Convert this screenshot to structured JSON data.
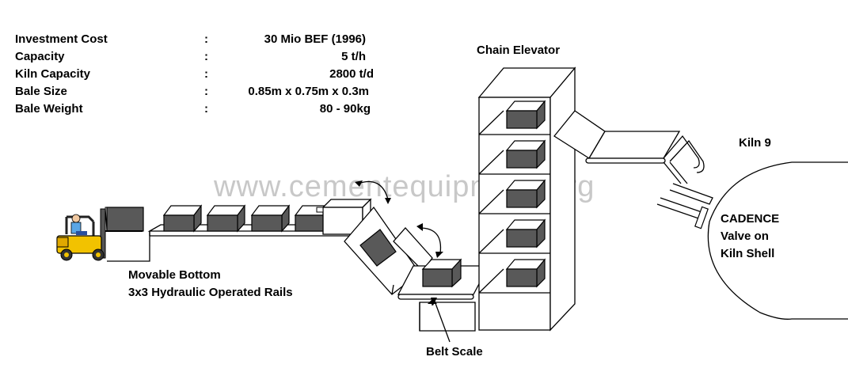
{
  "specs": [
    {
      "label": "Investment Cost",
      "sep": ":",
      "value": "30 Mio BEF (1996)"
    },
    {
      "label": "Capacity",
      "sep": ":",
      "value": "5 t/h"
    },
    {
      "label": "Kiln Capacity",
      "sep": ":",
      "value": "2800 t/d"
    },
    {
      "label": "Bale Size",
      "sep": ":",
      "value": "0.85m x 0.75m x 0.3m"
    },
    {
      "label": "Bale Weight",
      "sep": ":",
      "value": "80 - 90kg"
    }
  ],
  "labels": {
    "chain_elevator": "Chain Elevator",
    "kiln": "Kiln 9",
    "cadence_line1": "CADENCE",
    "cadence_line2": "Valve on",
    "cadence_line3": "Kiln Shell",
    "movable_line1": "Movable Bottom",
    "movable_line2": "3x3 Hydraulic Operated Rails",
    "belt_scale": "Belt Scale"
  },
  "watermark": "www.cementequipment.org",
  "colors": {
    "bale": "#595959",
    "forklift": "#f2c200",
    "watermark": "#c8c8c8"
  }
}
